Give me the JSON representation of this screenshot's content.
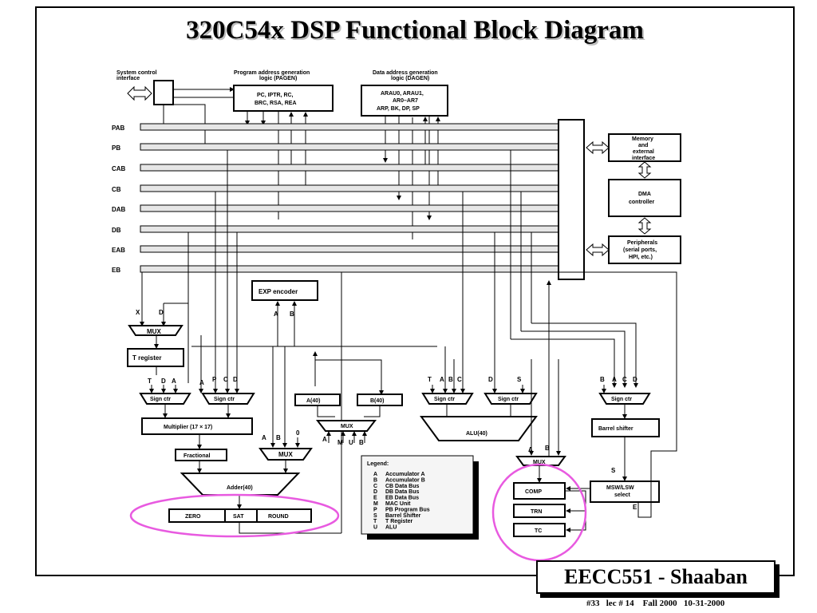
{
  "title": "320C54x DSP Functional Block Diagram",
  "badge": "EECC551 - Shaaban",
  "footer": "#33   lec # 14    Fall 2000   10-31-2000",
  "top_labels": {
    "sci": [
      "System control",
      "interface"
    ],
    "pagen": [
      "Program address generation",
      "logic (PAGEN)"
    ],
    "dagen": [
      "Data address generation",
      "logic (DAGEN)"
    ]
  },
  "pagen_regs": [
    "PC, IPTR, RC,",
    "BRC, RSA, REA"
  ],
  "dagen_regs": [
    "ARAU0, ARAU1,",
    "AR0–AR7",
    "ARP, BK, DP, SP"
  ],
  "buses": [
    "PAB",
    "PB",
    "CAB",
    "CB",
    "DAB",
    "DB",
    "EAB",
    "EB"
  ],
  "right_blocks": {
    "memory": [
      "Memory",
      "and",
      "external",
      "interface"
    ],
    "dma": [
      "DMA",
      "controller"
    ],
    "peripherals": [
      "Peripherals",
      "(serial ports,",
      "HPI, etc.)"
    ]
  },
  "blocks": {
    "exp": "EXP encoder",
    "mux": "MUX",
    "treg": "T register",
    "sign": "Sign ctr",
    "mult": "Multiplier (17 × 17)",
    "frac": "Fractional",
    "adder": "Adder(40)",
    "zero": "ZERO",
    "sat": "SAT",
    "round": "ROUND",
    "acca": "A(40)",
    "accb": "B(40)",
    "alu": "ALU(40)",
    "barrel": "Barrel shifter",
    "msw": [
      "MSW/LSW",
      "select"
    ],
    "comp": "COMP",
    "trn": "TRN",
    "tc": "TC"
  },
  "pins": {
    "x": "X",
    "d": "D",
    "t": "T",
    "a": "A",
    "b": "B",
    "c": "C",
    "p": "P",
    "s": "S",
    "m": "M",
    "u": "U",
    "zero": "0",
    "e": "E"
  },
  "legend": {
    "title": "Legend:",
    "items": [
      {
        "k": "A",
        "v": "Accumulator A"
      },
      {
        "k": "B",
        "v": "Accumulator B"
      },
      {
        "k": "C",
        "v": "CB Data Bus"
      },
      {
        "k": "D",
        "v": "DB Data Bus"
      },
      {
        "k": "E",
        "v": "EB Data Bus"
      },
      {
        "k": "M",
        "v": "MAC Unit"
      },
      {
        "k": "P",
        "v": "PB Program Bus"
      },
      {
        "k": "S",
        "v": "Barrel Shifter"
      },
      {
        "k": "T",
        "v": "T Register"
      },
      {
        "k": "U",
        "v": "ALU"
      }
    ]
  },
  "colors": {
    "highlight": "#e85ae0",
    "bus_fill": "#e6e6e6",
    "shadow": "#000000"
  }
}
